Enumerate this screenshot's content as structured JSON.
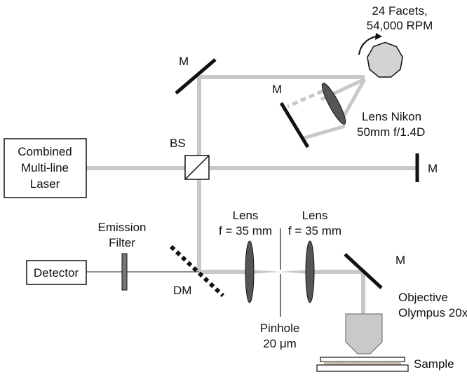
{
  "labels": {
    "facets_line1": "24 Facets,",
    "facets_line2": "54,000 RPM",
    "mirror_top": "M",
    "mirror_mid": "M",
    "lens_nikon_line1": "Lens Nikon",
    "lens_nikon_line2": "50mm f/1.4D",
    "bs": "BS",
    "laser_line1": "Combined",
    "laser_line2": "Multi-line",
    "laser_line3": "Laser",
    "mirror_right": "M",
    "emission_line1": "Emission",
    "emission_line2": "Filter",
    "lens1_line1": "Lens",
    "lens1_line2": "f = 35 mm",
    "lens2_line1": "Lens",
    "lens2_line2": "f = 35 mm",
    "detector": "Detector",
    "dm": "DM",
    "mirror_bottom": "M",
    "objective_line1": "Objective",
    "objective_line2": "Olympus 20x",
    "pinhole_line1": "Pinhole",
    "pinhole_line2": "20 μm",
    "sample": "Sample"
  },
  "colors": {
    "beam": "#c8c8c8",
    "component": "#111111",
    "optic_fill": "#555555",
    "polygon_fill": "#d3d3d3",
    "objective_fill": "#c9c9c9"
  }
}
